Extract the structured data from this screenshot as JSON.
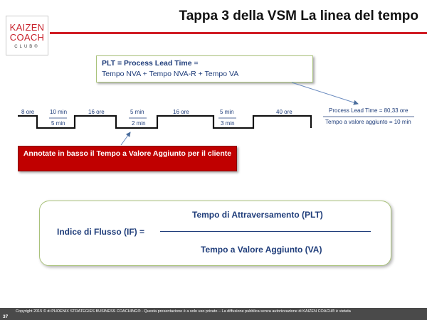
{
  "slide": {
    "title": "Tappa 3 della VSM La linea del tempo",
    "page_number": "37"
  },
  "logo": {
    "line1": "KAIZEN",
    "line2": "COACH",
    "line3": "CLUB®"
  },
  "plt_box": {
    "line1_bold": "PLT = Process Lead Time",
    "line1_rest": " =",
    "line2": "Tempo NVA + Tempo NVA-R + Tempo VA"
  },
  "timeline": {
    "upper_labels": [
      "8 ore",
      "10 min",
      "16 ore",
      "5 min",
      "16 ore",
      "5 min",
      "40 ore"
    ],
    "lower_labels": [
      "5 min",
      "2 min",
      "3 min"
    ],
    "summary_plt": "Process Lead Time = 80,33 ore",
    "summary_va": "Tempo a valore aggiunto =  10 min"
  },
  "note": {
    "text": "Annotate in basso il Tempo a Valore Aggiunto per il cliente"
  },
  "flow_index": {
    "label": "Indice di Flusso (IF) =",
    "numerator": "Tempo di Attraversamento (PLT)",
    "denominator": "Tempo a Valore Aggiunto (VA)"
  },
  "footer": {
    "text": "Copyright 2015 © di PHOENIX STRATEGIES BUSINESS COACHING® - Questa presentazione è a solo uso privato – La diffusione pubblica senza autorizzazione di KAIZEN COACH® è vietata"
  },
  "colors": {
    "accent_red": "#d01c24",
    "text_blue": "#1f3d7a",
    "box_border_green": "#a9c27a",
    "note_red": "#c00000"
  }
}
